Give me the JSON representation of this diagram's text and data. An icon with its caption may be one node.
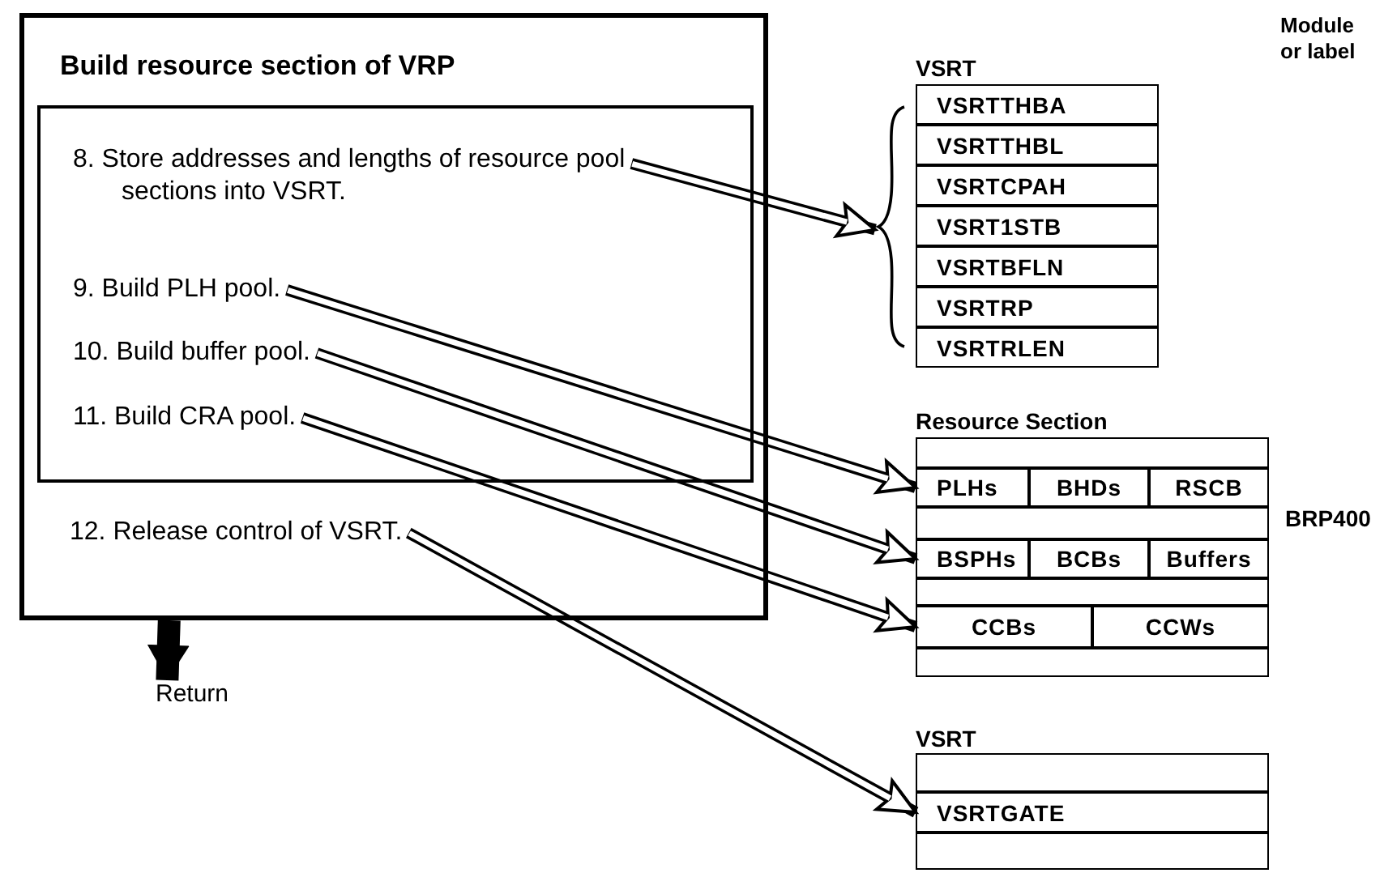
{
  "diagram": {
    "nodes": [
      {
        "text": [
          "Build resource section of VRP"
        ]
      },
      {
        "text": [],
        "shape": "box",
        "in": 0
      },
      {
        "text": [
          "8. Store addresses and lengths of resource pool sections into VSRT."
        ],
        "in": 1
      },
      {
        "text": [
          "9. Build PLH pool."
        ],
        "in": 1
      },
      {
        "text": [
          "10. Build buffer pool."
        ],
        "in": 1
      },
      {
        "text": [
          "11. Build CRA pool."
        ],
        "in": 1
      },
      {
        "text": [
          "12. Release control of VSRT."
        ],
        "in": 0
      },
      {
        "text": [
          "Return"
        ]
      },
      {
        "text": [
          "VSRT"
        ]
      },
      {
        "text": [
          "VSRTTHBA"
        ],
        "in": 8
      },
      {
        "text": [
          "VSRTTHBL"
        ],
        "in": 8
      },
      {
        "text": [
          "VSRTCPAH"
        ],
        "in": 8
      },
      {
        "text": [
          "VSRT1STB"
        ],
        "in": 8
      },
      {
        "text": [
          "VSRTBFLN"
        ],
        "in": 8
      },
      {
        "text": [
          "VSRTRP"
        ],
        "in": 8
      },
      {
        "text": [
          "VSRTRLEN"
        ],
        "in": 8
      },
      {
        "text": [
          "Resource Section"
        ],
        "beside": [
          "BRP400"
        ]
      },
      {
        "text": [],
        "shape": "box",
        "in": 16
      },
      {
        "text": [
          "PLHs"
        ],
        "in": 16
      },
      {
        "text": [
          "BHDs"
        ],
        "in": 16
      },
      {
        "text": [
          "RSCB"
        ],
        "in": 16
      },
      {
        "text": [],
        "shape": "box",
        "in": 16
      },
      {
        "text": [
          "BSPHs"
        ],
        "in": 16
      },
      {
        "text": [
          "BCBs"
        ],
        "in": 16
      },
      {
        "text": [
          "Buffers"
        ],
        "in": 16
      },
      {
        "text": [],
        "shape": "box",
        "in": 16
      },
      {
        "text": [
          "CCBs"
        ],
        "in": 16
      },
      {
        "text": [
          "CCWs"
        ],
        "in": 16
      },
      {
        "text": [],
        "shape": "box",
        "in": 16
      },
      {
        "text": [
          "VSRT"
        ]
      },
      {
        "text": [],
        "shape": "box",
        "in": 29
      },
      {
        "text": [
          "VSRTGATE"
        ],
        "in": 29
      },
      {
        "text": [],
        "shape": "box",
        "in": 29
      }
    ],
    "edges": [
      {
        "from": 2,
        "to": 8,
        "arrow": "to"
      },
      {
        "from": 3,
        "to": 18,
        "arrow": "to"
      },
      {
        "from": 4,
        "to": 22,
        "arrow": "to"
      },
      {
        "from": 5,
        "to": 26,
        "arrow": "to"
      },
      {
        "from": 6,
        "to": 31,
        "arrow": "to"
      },
      {
        "from": 0,
        "to": 7,
        "arrow": "to",
        "style": "thick"
      }
    ],
    "labels": [
      "Module or label"
    ]
  }
}
